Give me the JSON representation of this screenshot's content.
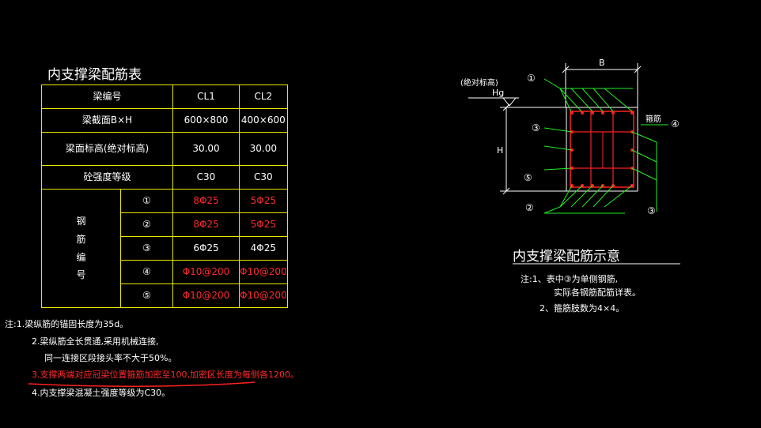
{
  "table": {
    "title": "内支撑梁配筋表",
    "header": {
      "label": "梁编号",
      "cl1": "CL1",
      "cl2": "CL2"
    },
    "rows": [
      {
        "label": "梁截面B×H",
        "cl1": "600×800",
        "cl2": "400×600"
      },
      {
        "label": "梁面标高(绝对标高)",
        "cl1": "30.00",
        "cl2": "30.00"
      },
      {
        "label": "砼强度等级",
        "cl1": "C30",
        "cl2": "C30"
      }
    ],
    "group_label": [
      "钢",
      "筋",
      "编",
      "号"
    ],
    "rebar_rows": [
      {
        "no": "①",
        "cl1": "8Φ25",
        "cl2": "5Φ25",
        "red": true
      },
      {
        "no": "②",
        "cl1": "8Φ25",
        "cl2": "5Φ25",
        "red": true
      },
      {
        "no": "③",
        "cl1": "6Φ25",
        "cl2": "4Φ25",
        "red": false
      },
      {
        "no": "④",
        "cl1": "Φ10@200",
        "cl2": "Φ10@200",
        "red": true
      },
      {
        "no": "⑤",
        "cl1": "Φ10@200",
        "cl2": "Φ10@200",
        "red": true
      }
    ]
  },
  "notes_left": [
    {
      "text": "注:1.梁纵筋的锚固长度为35d。",
      "red": false
    },
    {
      "text": "2.梁纵筋全长贯通,采用机械连接,",
      "red": false
    },
    {
      "text": "同一连接区段接头率不大于50%。",
      "red": false
    },
    {
      "text": "3.支撑两端对应冠梁位置箍筋加密至100,加密区长度为每侧各1200。",
      "red": true
    },
    {
      "text": "4.内支撑梁混凝土强度等级为C30。",
      "red": false
    }
  ],
  "section": {
    "title": "内支撑梁配筋示意",
    "label_b": "B",
    "label_h": "H",
    "label_hg": "Hg",
    "label_abs": "(绝对标高)",
    "label_stirrup": "箍筋",
    "markers": [
      "①",
      "②",
      "③",
      "④",
      "⑤",
      "③"
    ]
  },
  "notes_right": [
    "注:1、表中③为单侧钢筋,",
    "实际各钢筋配筋详表。",
    "2、箍筋肢数为4×4。"
  ],
  "colors": {
    "grid_line": "#e8e800",
    "red_text": "#ff2a2a",
    "rebar": "#ff2020",
    "leader": "#22ee22",
    "white": "#ffffff"
  }
}
